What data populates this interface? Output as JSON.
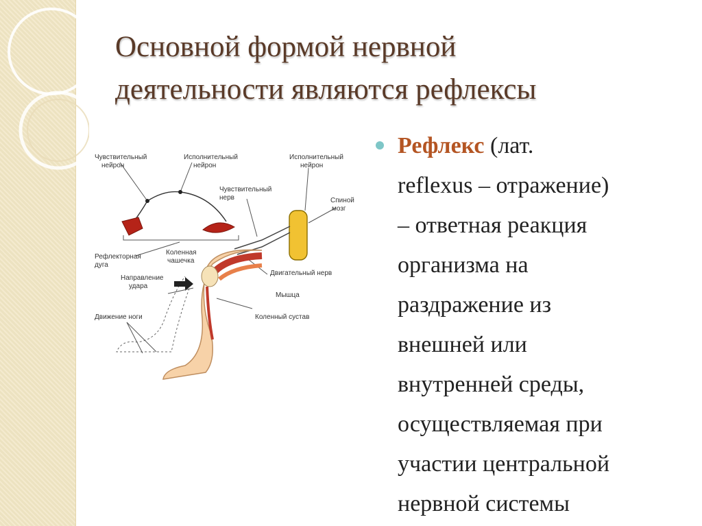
{
  "slide": {
    "title_line1": "Основной формой нервной",
    "title_line2": "деятельности являются рефлексы"
  },
  "definition": {
    "term": "Рефлекс",
    "text_parts": [
      " (лат.",
      "reflexus – отражение)",
      "– ответная реакция",
      "организма на",
      "раздражение из",
      "внешней или",
      "внутренней среды,",
      "осуществляемая при",
      "участии центральной",
      "нервной системы"
    ]
  },
  "diagram": {
    "labels": {
      "sensory_neuron": [
        "Чувствительный",
        "нейрон"
      ],
      "executive_neuron_1": [
        "Исполнительный",
        "нейрон"
      ],
      "executive_neuron_2": [
        "Исполнительный",
        "нейрон"
      ],
      "sensory_nerve": [
        "Чувствительный",
        "нерв"
      ],
      "spinal_cord": [
        "Спиной",
        "мозг"
      ],
      "reflex_arc": [
        "Рефлекторная",
        "дуга"
      ],
      "kneecap": [
        "Коленная",
        "чашечка"
      ],
      "motor_nerve": "Двигательный нерв",
      "strike_direction": [
        "Направление",
        "удара"
      ],
      "muscle": "Мышца",
      "leg_movement": "Движение ноги",
      "knee_joint": "Коленный сустав"
    }
  },
  "colors": {
    "title": "#5a3a28",
    "term": "#b45523",
    "bullet": "#7ec6c7",
    "strip": "#f1e6c4"
  }
}
